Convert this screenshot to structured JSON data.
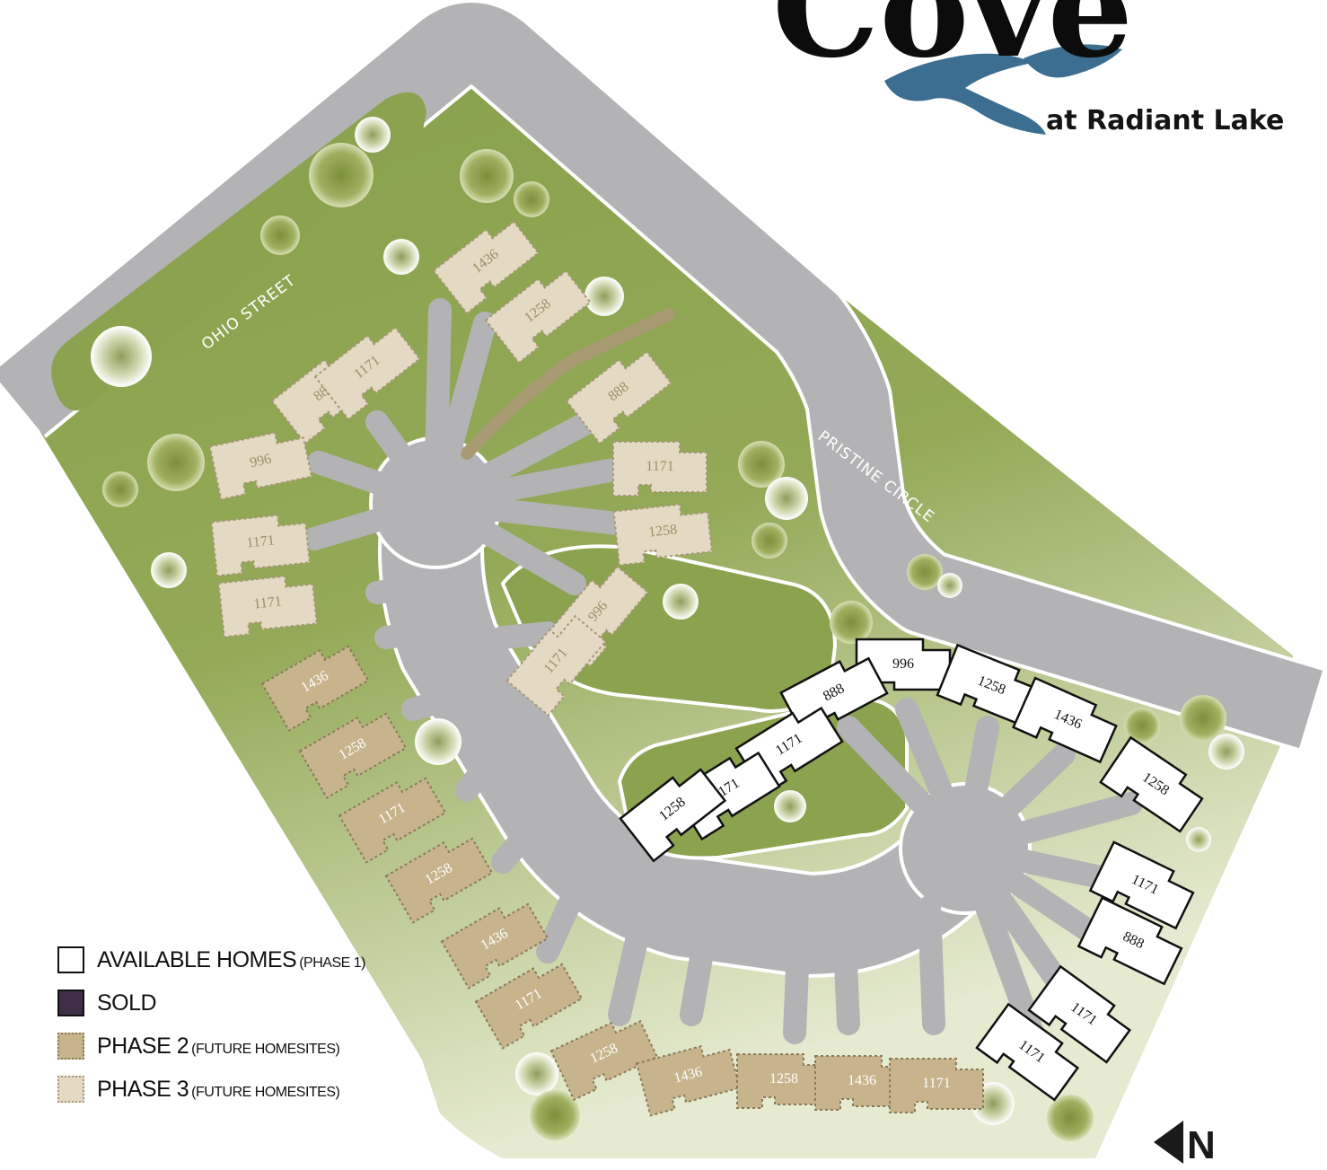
{
  "logo": {
    "title": "Cove",
    "subtitle": "at Radiant Lake",
    "colors": {
      "text": "#0c0c0c",
      "swoosh": "#3b6e90"
    }
  },
  "streets": [
    {
      "name": "OHIO STREET"
    },
    {
      "name": "PRISTINE CIRCLE"
    }
  ],
  "legend": {
    "items": [
      {
        "label": "AVAILABLE HOMES",
        "note": "(PHASE 1)",
        "color": "#ffffff"
      },
      {
        "label": "SOLD",
        "note": "",
        "color": "#3e2f46"
      },
      {
        "label": "PHASE 2",
        "note": "(FUTURE HOMESITES)",
        "color": "#c7b48c"
      },
      {
        "label": "PHASE 3",
        "note": "(FUTURE HOMESITES)",
        "color": "#e4d9c3"
      }
    ]
  },
  "compass": {
    "label": "N"
  },
  "lots": {
    "phase3": [
      "1436",
      "1258",
      "888",
      "1171",
      "888",
      "996",
      "1171",
      "1171",
      "1171",
      "1258",
      "996",
      "1171"
    ],
    "phase2": [
      "1436",
      "1258",
      "1171",
      "1258",
      "1436",
      "1171",
      "1258",
      "1436",
      "1258",
      "1436",
      "1171"
    ],
    "available": [
      "996",
      "888",
      "1258",
      "1436",
      "1171",
      "1171",
      "1258",
      "1258",
      "1171",
      "888",
      "1171",
      "1171"
    ]
  },
  "colors": {
    "road": "#b3b3b5",
    "grass": "#8ba24f",
    "grass_light": "#c3cf95",
    "path": "#a89a72",
    "phase2_fill": "#c7b48c",
    "phase3_fill": "#e4d9c3",
    "available_fill": "#ffffff",
    "phase2_text": "#ffffff",
    "phase3_text": "#9e8e68",
    "available_text": "#111111"
  }
}
